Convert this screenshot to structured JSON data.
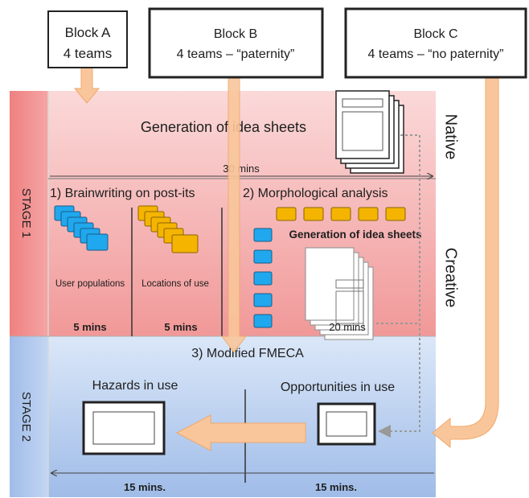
{
  "blocks": {
    "a": {
      "title": "Block A",
      "subtitle": "4 teams"
    },
    "b": {
      "title": "Block B",
      "subtitle": "4 teams – “paternity”"
    },
    "c": {
      "title": "Block C",
      "subtitle": "4 teams – “no paternity”"
    }
  },
  "stages": {
    "stage1": "STAGE 1",
    "stage2": "STAGE 2"
  },
  "side_labels": {
    "native": "Native",
    "creative": "Creative"
  },
  "native": {
    "title": "Generation of idea sheets",
    "duration": "30 mins"
  },
  "creative": {
    "brainwriting": "1) Brainwriting on post-its",
    "morphological": "2) Morphological analysis",
    "generation": "Generation of idea sheets",
    "user_populations": "User populations",
    "locations": "Locations of use",
    "dur_users": "5 mins",
    "dur_locations": "5 mins",
    "dur_generation": "20 mins"
  },
  "stage2": {
    "title": "3) Modified FMECA",
    "hazards": "Hazards in use",
    "opportunities": "Opportunities in use",
    "dur_left": "15 mins.",
    "dur_right": "15 mins."
  },
  "colors": {
    "stage1_light": "#f7c5c5",
    "stage1_dark": "#f08e8e",
    "stage1_label": "#ef8585",
    "stage2_light": "#c9daf4",
    "stage2_dark": "#a4c0ea",
    "postit_blue": "#1fa8ee",
    "postit_yellow": "#f4b400",
    "arrow": "#f9c69b"
  }
}
